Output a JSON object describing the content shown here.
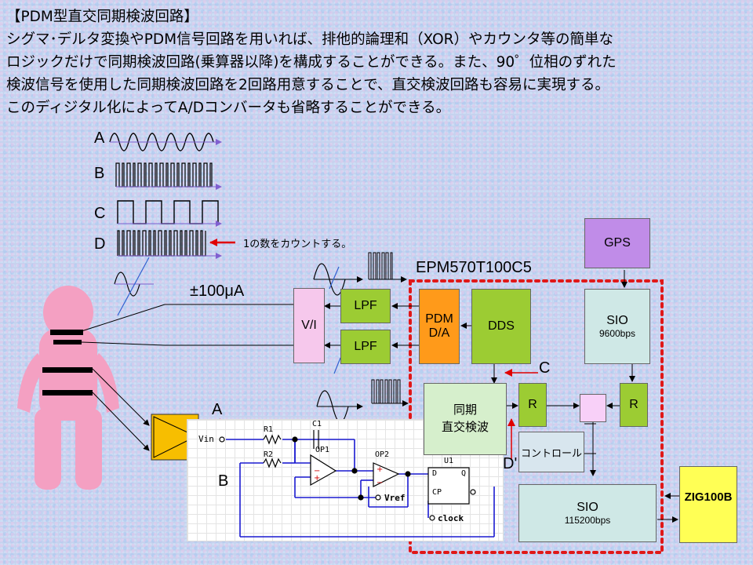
{
  "title": "【PDM型直交同期検波回路】",
  "paragraph": [
    "シグマ･デルタ変換やPDM信号回路を用いれば、排他的論理和（XOR）やカウンタ等の簡単な",
    "ロジックだけで同期検波回路(乗算器以降)を構成することができる。また、90゜位相のずれた",
    "検波信号を使用した同期検波回路を2回路用意することで、直交検波回路も容易に実現する。",
    "このディジタル化によってA/Dコンバータも省略することができる。"
  ],
  "signals": {
    "a": "A",
    "b": "B",
    "c": "C",
    "d": "D"
  },
  "count_note": "1の数をカウントする。",
  "current_label": "±100μA",
  "chip_name": "EPM570T100C5",
  "blocks": {
    "vi": "V/I",
    "lpf1": "LPF",
    "lpf2": "LPF",
    "pdm_line1": "PDM",
    "pdm_line2": "D/A",
    "dds": "DDS",
    "gps": "GPS",
    "sio_top": "SIO",
    "sio_top_rate": "9600bps",
    "sync_line1": "同期",
    "sync_line2": "直交検波",
    "r_left": "R",
    "r_right": "R",
    "control": "コントロール",
    "sio_bottom": "SIO",
    "sio_bottom_rate": "115200bps",
    "zig": "ZIG100B"
  },
  "markers": {
    "c": "C",
    "d_prime": "D'",
    "a": "A",
    "b": "B"
  },
  "circuit": {
    "vin": "Vin",
    "r1": "R1",
    "r2": "R2",
    "c1": "C1",
    "op1": "OP1",
    "op2": "OP2",
    "u1": "U1",
    "d_pin": "D",
    "q_pin": "Q",
    "cp_pin": "CP",
    "vref": "Vref",
    "clock": "clock"
  },
  "colors": {
    "body": "#f4a0c2",
    "lpf": "#9ccc33",
    "pdm": "#ff9a1a",
    "gps": "#c08ce8",
    "sio": "#cfe8e6",
    "vi": "#f6c8ec",
    "zig": "#ffff55",
    "mixer": "#f8d0f8",
    "amp": "#f7be00",
    "dotted": "#e01818"
  }
}
